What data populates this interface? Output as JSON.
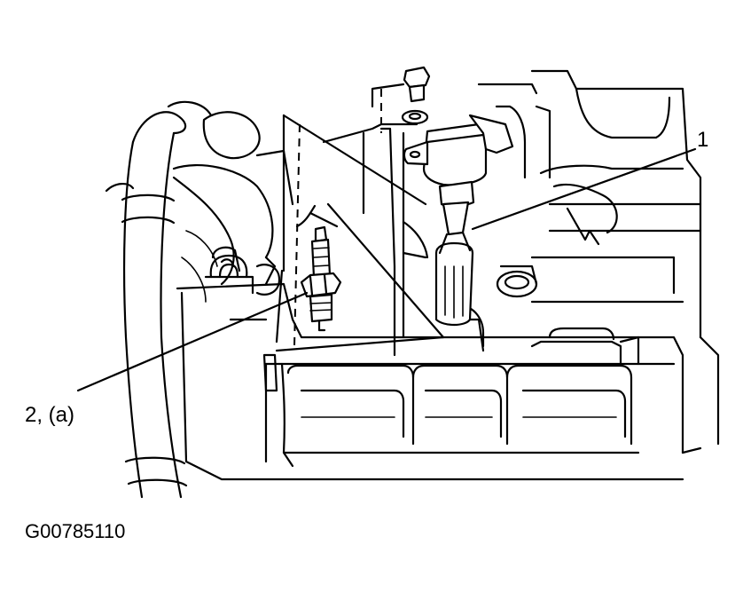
{
  "callouts": {
    "ignition_coil": "1",
    "spark_plug": "2, (a)"
  },
  "figure_id": "G00785110",
  "icons": [
    "ignition-coil-icon",
    "spark-plug-icon",
    "bolt-icon",
    "washer-icon"
  ],
  "colors": {
    "line": "#000000",
    "background": "#ffffff"
  }
}
